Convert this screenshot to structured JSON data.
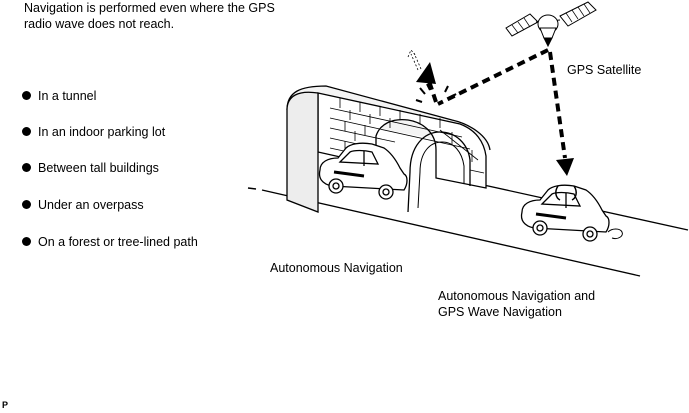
{
  "intro": {
    "line1": "Navigation is performed even where the GPS",
    "line2": "radio wave does not reach."
  },
  "bullets": [
    "In a tunnel",
    "In an indoor parking lot",
    "Between tall buildings",
    "Under an overpass",
    "On a forest or tree-lined path"
  ],
  "labels": {
    "gps_satellite": "GPS Satellite",
    "autonomous": "Autonomous Navigation",
    "combined_line1": "Autonomous Navigation and",
    "combined_line2": "GPS Wave Navigation"
  },
  "corner_mark": "P"
}
